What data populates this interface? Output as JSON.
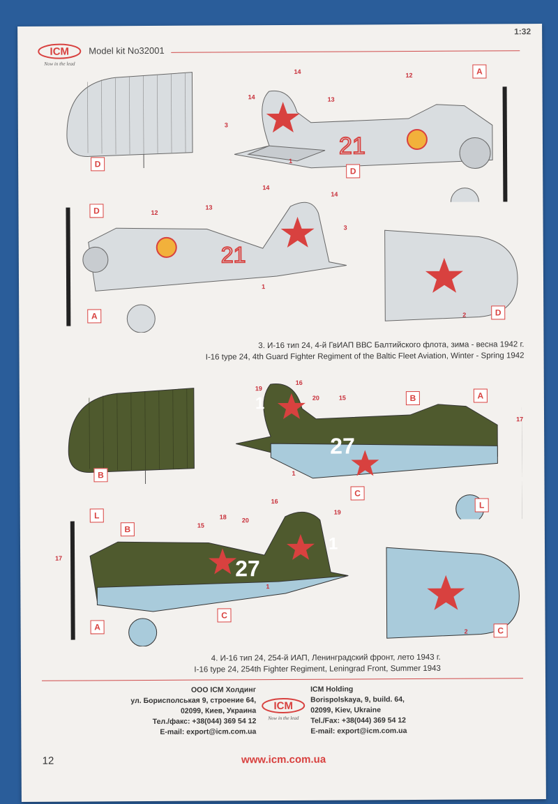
{
  "header": {
    "model_kit": "Model kit No32001",
    "scale": "1:32"
  },
  "brand": {
    "name": "ICM",
    "tagline": "Now in the lead",
    "accent": "#d8413f"
  },
  "scheme3": {
    "caption_ru": "3. И-16 тип 24, 4-й ГвИАП ВВС Балтийского флота, зима - весна 1942 г.",
    "caption_en": "I-16 type 24, 4th Guard Fighter Regiment of the Baltic Fleet Aviation, Winter - Spring 1942",
    "tail_number": "21",
    "paint_color": "#d9dde0"
  },
  "scheme4": {
    "caption_ru": "4. И-16 тип 24, 254-й ИАП, Ленинградский фронт, лето 1943 г.",
    "caption_en": "I-16 type 24, 254th Fighter Regiment, Leningrad Front, Summer 1943",
    "tail_number": "27",
    "fin_number": "1",
    "top_color": "#4f5a2e",
    "under_color": "#a9cbdb"
  },
  "labels": {
    "A": "A",
    "B": "B",
    "C": "C",
    "D": "D",
    "L": "L"
  },
  "numbers": {
    "n1": "1",
    "n2": "2",
    "n3": "3",
    "n12": "12",
    "n13": "13",
    "n14": "14",
    "n15": "15",
    "n16": "16",
    "n17": "17",
    "n18": "18",
    "n19": "19",
    "n20": "20"
  },
  "footer": {
    "ru": [
      "ООО ICM Холдинг",
      "ул. Борисполськая 9, строение 64,",
      "02099, Киев, Украина",
      "Тел./факс: +38(044) 369 54 12",
      "E-mail: export@icm.com.ua"
    ],
    "en": [
      "ICM Holding",
      "Borispolskaya, 9, build. 64,",
      "02099, Kiev, Ukraine",
      "Tel./Fax: +38(044) 369 54 12",
      "E-mail: export@icm.com.ua"
    ],
    "website": "www.icm.com.ua",
    "page_number": "12"
  }
}
